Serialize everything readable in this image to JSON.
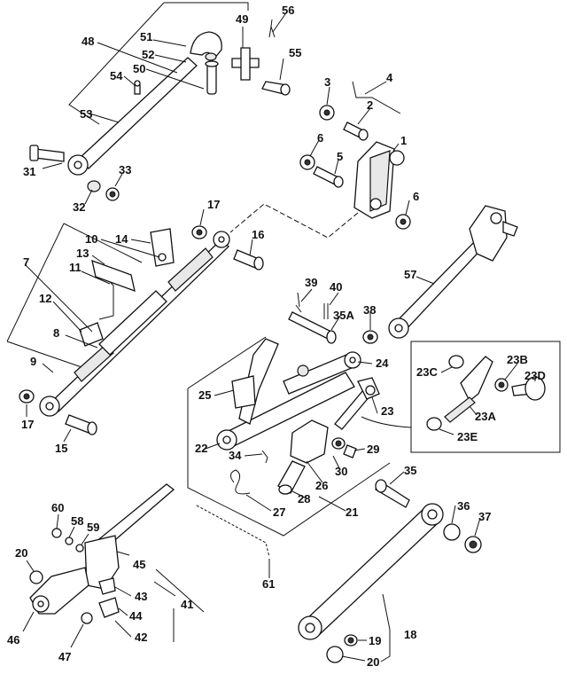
{
  "diagram": {
    "callouts": [
      "1",
      "2",
      "3",
      "4",
      "5",
      "6",
      "8",
      "9",
      "10",
      "11",
      "12",
      "13",
      "14",
      "15",
      "16",
      "17",
      "18",
      "19",
      "20",
      "21",
      "22",
      "23",
      "23A",
      "23B",
      "23C",
      "23D",
      "23E",
      "24",
      "25",
      "26",
      "27",
      "28",
      "29",
      "30",
      "31",
      "32",
      "33",
      "34",
      "35",
      "35A",
      "36",
      "37",
      "38",
      "39",
      "40",
      "41",
      "42",
      "43",
      "44",
      "45",
      "46",
      "47",
      "48",
      "49",
      "50",
      "51",
      "52",
      "53",
      "54",
      "55",
      "56",
      "57",
      "58",
      "59",
      "60",
      "61"
    ],
    "label_index": {
      "l1": "1",
      "l2": "2",
      "l3": "3",
      "l4": "4",
      "l5": "5",
      "l6a": "6",
      "l6b": "6",
      "l7": "7",
      "l8": "8",
      "l9": "9",
      "l10": "10",
      "l11": "11",
      "l12": "12",
      "l13": "13",
      "l14": "14",
      "l15": "15",
      "l16": "16",
      "l17a": "17",
      "l17b": "17",
      "l18": "18",
      "l19": "19",
      "l20a": "20",
      "l20b": "20",
      "l21": "21",
      "l22": "22",
      "l23": "23",
      "l23a": "23A",
      "l23b": "23B",
      "l23c": "23C",
      "l23d": "23D",
      "l23e": "23E",
      "l24": "24",
      "l25": "25",
      "l26": "26",
      "l27": "27",
      "l28": "28",
      "l29": "29",
      "l30": "30",
      "l31": "31",
      "l32": "32",
      "l33": "33",
      "l34": "34",
      "l35": "35",
      "l35a": "35A",
      "l36": "36",
      "l37": "37",
      "l38": "38",
      "l39": "39",
      "l40": "40",
      "l41": "41",
      "l42": "42",
      "l43": "43",
      "l44": "44",
      "l45": "45",
      "l46": "46",
      "l47": "47",
      "l48": "48",
      "l49": "49",
      "l50": "50",
      "l51": "51",
      "l52": "52",
      "l53": "53",
      "l54": "54",
      "l55": "55",
      "l56": "56",
      "l57": "57",
      "l58": "58",
      "l59": "59",
      "l60": "60",
      "l61": "61"
    }
  }
}
